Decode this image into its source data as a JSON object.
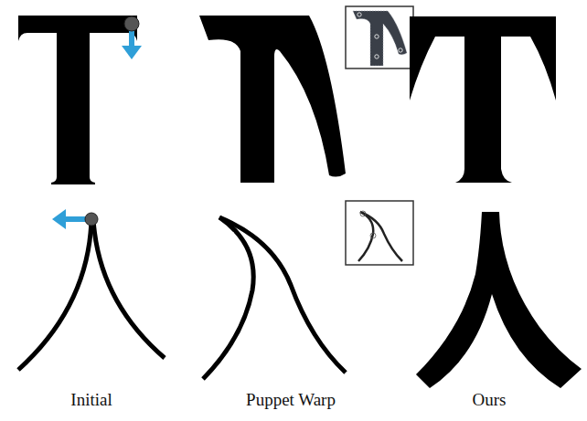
{
  "diagram": {
    "labels": [
      "Initial",
      "Puppet Warp",
      "Ours"
    ]
  }
}
